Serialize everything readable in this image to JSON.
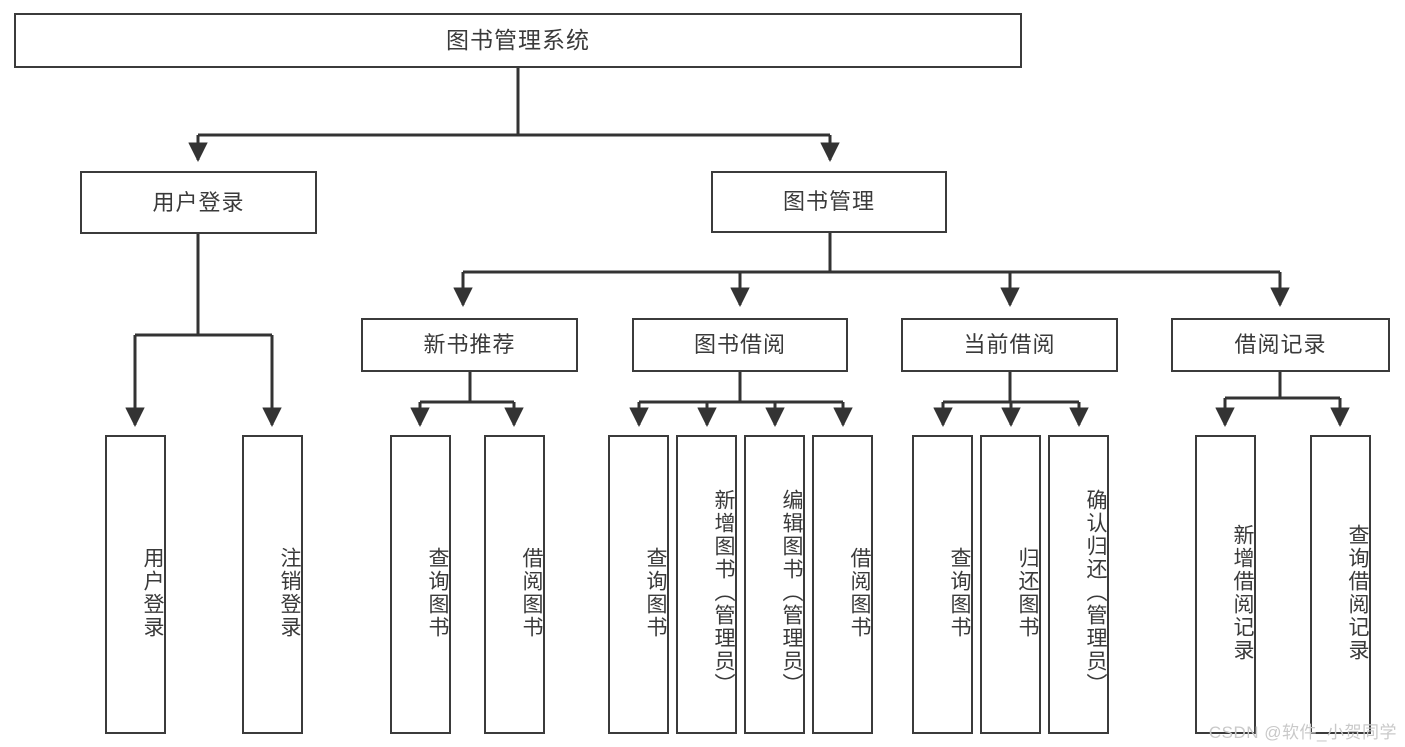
{
  "diagram": {
    "title_node": {
      "id": "root",
      "label": "图书管理系统"
    },
    "level2": [
      {
        "id": "user-login",
        "label": "用户登录"
      },
      {
        "id": "book-manage",
        "label": "图书管理"
      }
    ],
    "level3": [
      {
        "id": "new-book-recommend",
        "label": "新书推荐"
      },
      {
        "id": "book-borrow",
        "label": "图书借阅"
      },
      {
        "id": "current-borrow",
        "label": "当前借阅"
      },
      {
        "id": "borrow-record",
        "label": "借阅记录"
      }
    ],
    "leaves": [
      {
        "id": "leaf-user-login",
        "label": "用户登录",
        "parent": "user-login"
      },
      {
        "id": "leaf-logout-login",
        "label": "注销登录",
        "parent": "user-login"
      },
      {
        "id": "leaf-query-book-1",
        "label": "查询图书",
        "parent": "new-book-recommend"
      },
      {
        "id": "leaf-borrow-book-1",
        "label": "借阅图书",
        "parent": "new-book-recommend"
      },
      {
        "id": "leaf-query-book-2",
        "label": "查询图书",
        "parent": "book-borrow"
      },
      {
        "id": "leaf-add-book",
        "label": "新增图书（管理员）",
        "parent": "book-borrow"
      },
      {
        "id": "leaf-edit-book",
        "label": "编辑图书（管理员）",
        "parent": "book-borrow"
      },
      {
        "id": "leaf-borrow-book-2",
        "label": "借阅图书",
        "parent": "book-borrow"
      },
      {
        "id": "leaf-query-book-3",
        "label": "查询图书",
        "parent": "current-borrow"
      },
      {
        "id": "leaf-return-book",
        "label": "归还图书",
        "parent": "current-borrow"
      },
      {
        "id": "leaf-confirm-return",
        "label": "确认归还（管理员）",
        "parent": "current-borrow"
      },
      {
        "id": "leaf-add-record",
        "label": "新增借阅记录",
        "parent": "borrow-record"
      },
      {
        "id": "leaf-query-record",
        "label": "查询借阅记录",
        "parent": "borrow-record"
      }
    ],
    "watermark": "CSDN @软件_小贺同学",
    "colors": {
      "border": "#3b3b3b",
      "text": "#3a3a3a",
      "line": "#333333",
      "background": "#ffffff",
      "watermark": "#c9c9c9"
    }
  }
}
